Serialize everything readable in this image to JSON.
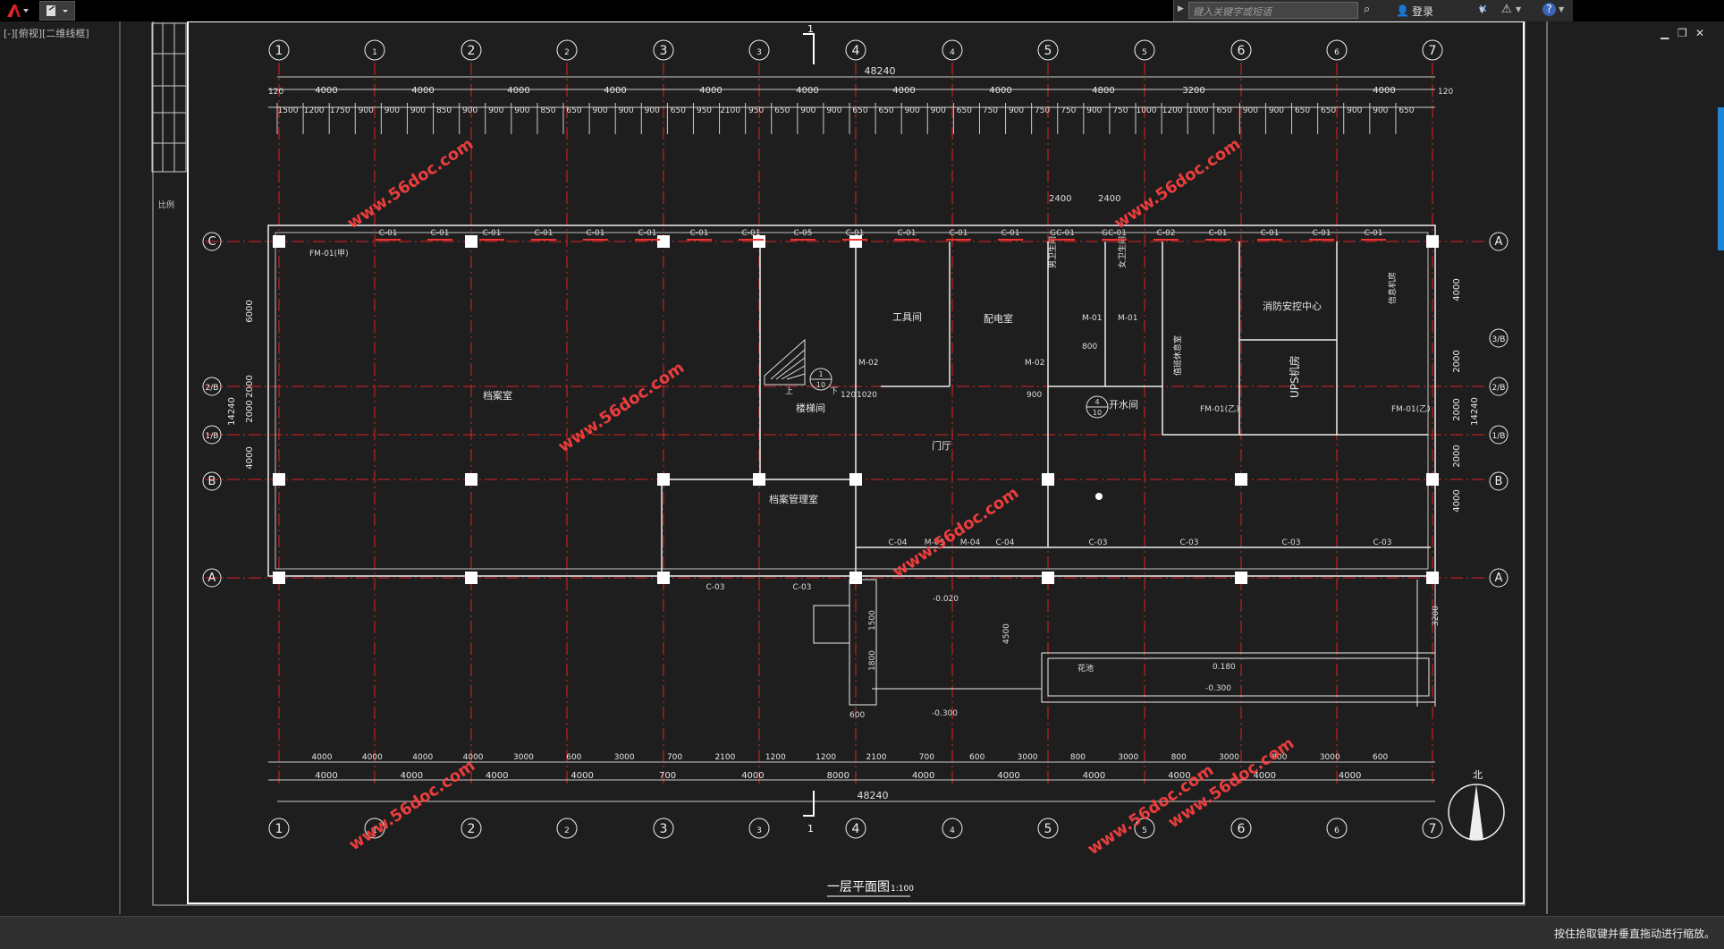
{
  "toolbar": {
    "search_placeholder": "键入关键字或短语",
    "login_label": "登录"
  },
  "viewport_label": "[-][俯视][二维线框]",
  "status_message": "按住拾取键并垂直拖动进行缩放。",
  "drawing": {
    "title": "一层平面图",
    "scale": "1:100",
    "total_dimension": "48240",
    "grid_top": [
      "1",
      "1/1",
      "2",
      "1/2",
      "3",
      "1/3",
      "4",
      "1/4",
      "5",
      "1/5",
      "6",
      "1/6",
      "7"
    ],
    "grid_side": [
      "C",
      "2/B",
      "1/B",
      "B",
      "A"
    ],
    "grid_right": [
      "A",
      "3/B",
      "2/B",
      "1/B",
      "B",
      "A"
    ],
    "top_dims_row1": [
      "4000",
      "4000",
      "4000",
      "4000",
      "4000",
      "4000",
      "4000",
      "4000",
      "4800",
      "3200",
      "4000"
    ],
    "top_dims_row2": [
      "1500",
      "1200",
      "1750",
      "900",
      "900",
      "900",
      "850",
      "900",
      "900",
      "900",
      "850",
      "650",
      "900",
      "900",
      "900",
      "650",
      "950",
      "2100",
      "950",
      "650",
      "900",
      "900",
      "650",
      "650",
      "900",
      "900",
      "650",
      "750",
      "900",
      "750",
      "750",
      "900",
      "750",
      "1000",
      "1200",
      "1000",
      "650",
      "900",
      "900",
      "650",
      "650",
      "900",
      "900",
      "650"
    ],
    "bottom_dims_row1": [
      "4000",
      "4000",
      "4000",
      "4000",
      "3000",
      "600",
      "3000",
      "700",
      "2100",
      "1200",
      "1200",
      "2100",
      "700",
      "600",
      "3000",
      "800",
      "3000",
      "800",
      "3000",
      "800",
      "3000",
      "600"
    ],
    "bottom_dims_row2": [
      "4000",
      "4000",
      "4000",
      "4000",
      "700",
      "4000",
      "8000",
      "4000",
      "4000",
      "4000",
      "4000",
      "4000",
      "4000"
    ],
    "left_dims": [
      "6000",
      "2000",
      "2000",
      "4000"
    ],
    "left_total": "14240",
    "right_dims": [
      "4000",
      "2000",
      "2000",
      "2000",
      "4000"
    ],
    "right_total": "14240",
    "edge_dims": [
      "120",
      "120"
    ],
    "rooms": {
      "archive": "档案室",
      "stair": "楼梯间",
      "tool": "工具间",
      "power": "配电室",
      "lobby": "门厅",
      "archive_mgmt": "档案管理室",
      "male_wc": "男卫生间",
      "female_wc": "女卫生间",
      "water": "开水间",
      "duty": "值班休息室",
      "fire_center": "消防安控中心",
      "ups": "UPS机房",
      "monitor": "信息机房",
      "flower": "花池"
    },
    "labels": {
      "windows": [
        "C-01",
        "C-01",
        "C-01",
        "C-01",
        "C-01",
        "C-01",
        "C-01",
        "C-01",
        "C-05",
        "C-01",
        "C-01",
        "C-01",
        "C-01",
        "GC-01",
        "GC-01",
        "C-02",
        "C-01",
        "C-01",
        "C-01",
        "C-01"
      ],
      "bottom_windows": [
        "C-03",
        "C-03",
        "C-04",
        "M-03",
        "M-04",
        "C-04",
        "C-03",
        "C-03",
        "C-03",
        "C-03"
      ],
      "fm_left": "FM-01(甲)",
      "fm_right": "FM-01(乙)",
      "m01": "M-01",
      "m02": "M-02",
      "elev_1": "-0.020",
      "elev_2": "-0.300",
      "elev_3": "0.180",
      "elev_4": "-0.300",
      "section": "1",
      "north": "北",
      "detail_1": "1",
      "detail_1_sub": "10",
      "detail_2": "4",
      "detail_2_sub": "10",
      "stair_up": "上",
      "stair_dn": "下",
      "dim_2400a": "2400",
      "dim_2400b": "2400",
      "dim_120": "120",
      "dim_1020": "1020",
      "dim_900": "900",
      "dim_800": "800",
      "dim_4500": "4500",
      "dim_1500": "1500",
      "dim_1800": "1800",
      "dim_3200": "3200",
      "dim_600": "600"
    },
    "watermark": "www.56doc.com",
    "legend_left": "比例"
  }
}
